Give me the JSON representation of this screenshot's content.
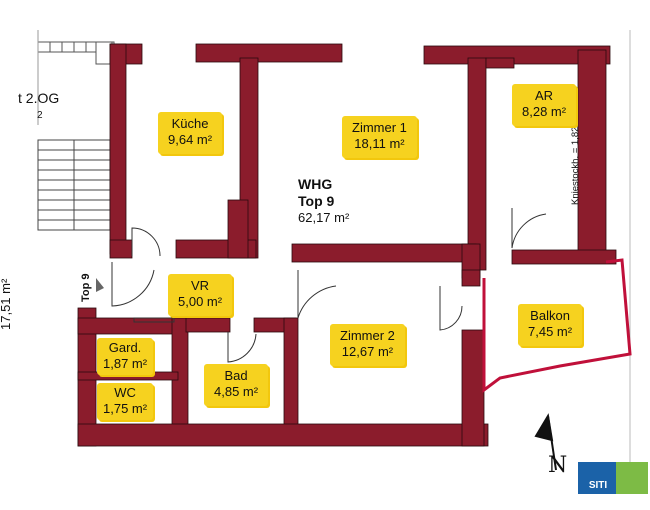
{
  "plan": {
    "apartment": {
      "label": "WHG",
      "unit": "Top 9",
      "area": "62,17 m²"
    },
    "floor_label": "t 2.OG",
    "floor_sublabel": "2",
    "side_dimension": "17,51 m²",
    "kniestock_note": "Kniestockh. = 1,82",
    "entrance_tag": "Top 9",
    "logo_text": "SITI",
    "highlight_color": "#f6d21f",
    "wall_color": "#8b1c2c",
    "outline_color": "#c0103a",
    "rooms": [
      {
        "id": "kueche",
        "name": "Küche",
        "area": "9,64"
      },
      {
        "id": "zimmer1",
        "name": "Zimmer 1",
        "area": "18,11"
      },
      {
        "id": "ar",
        "name": "AR",
        "area": "8,28"
      },
      {
        "id": "vr",
        "name": "VR",
        "area": "5,00"
      },
      {
        "id": "zimmer2",
        "name": "Zimmer 2",
        "area": "12,67"
      },
      {
        "id": "balkon",
        "name": "Balkon",
        "area": "7,45"
      },
      {
        "id": "gard",
        "name": "Gard.",
        "area": "1,87"
      },
      {
        "id": "wc",
        "name": "WC",
        "area": "1,75"
      },
      {
        "id": "bad",
        "name": "Bad",
        "area": "4,85"
      }
    ],
    "north_arrow": "N"
  }
}
